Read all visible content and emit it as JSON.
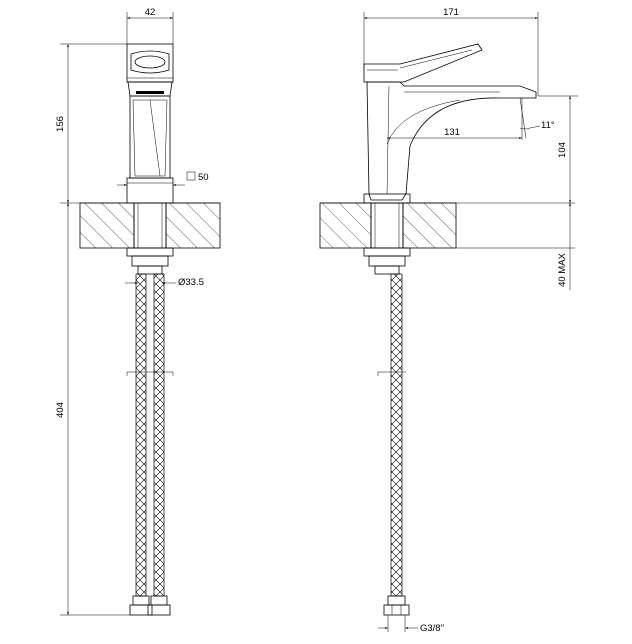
{
  "front_view": {
    "width_label": "42",
    "body_height_label": "156",
    "square_label": "50",
    "diameter_label": "Ø33.5",
    "hose_length_label": "404"
  },
  "side_view": {
    "length_label": "171",
    "spout_reach_label": "131",
    "angle_label": "11°",
    "spout_height_label": "104",
    "max_thickness_label": "40 MAX",
    "thread_label": "G3/8\""
  }
}
